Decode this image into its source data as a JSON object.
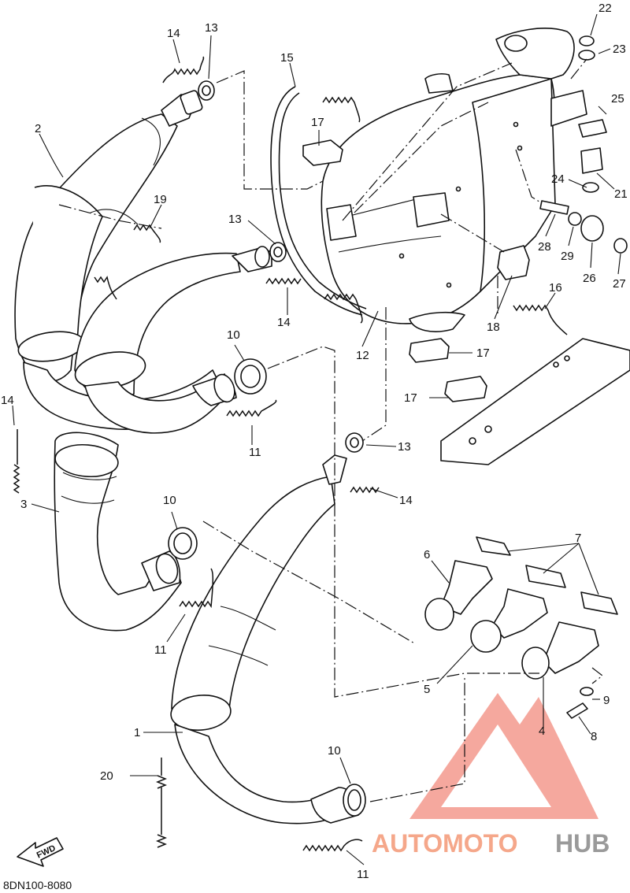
{
  "callouts": {
    "c1": "1",
    "c2": "2",
    "c3": "3",
    "c4": "4",
    "c5": "5",
    "c6": "6",
    "c7": "7",
    "c8": "8",
    "c9": "9",
    "c10": "10",
    "c11": "11",
    "c12": "12",
    "c13": "13",
    "c14": "14",
    "c15": "15",
    "c16": "16",
    "c17": "17",
    "c18": "18",
    "c19": "19",
    "c20": "20",
    "c21": "21",
    "c22": "22",
    "c23": "23",
    "c24": "24",
    "c25": "25",
    "c26": "26",
    "c27": "27",
    "c28": "28",
    "c29": "29"
  },
  "footer": {
    "drawing_code": "8DN100-8080",
    "fwd_label": "FWD"
  },
  "watermark": {
    "text_part1": "AUTOMOTO",
    "text_part2": "HUB",
    "color_part1": "#f5a78a",
    "color_part2": "#9a9a9a",
    "logo_color": "#f08070"
  },
  "colors": {
    "line": "#111111",
    "paper": "#ffffff"
  }
}
